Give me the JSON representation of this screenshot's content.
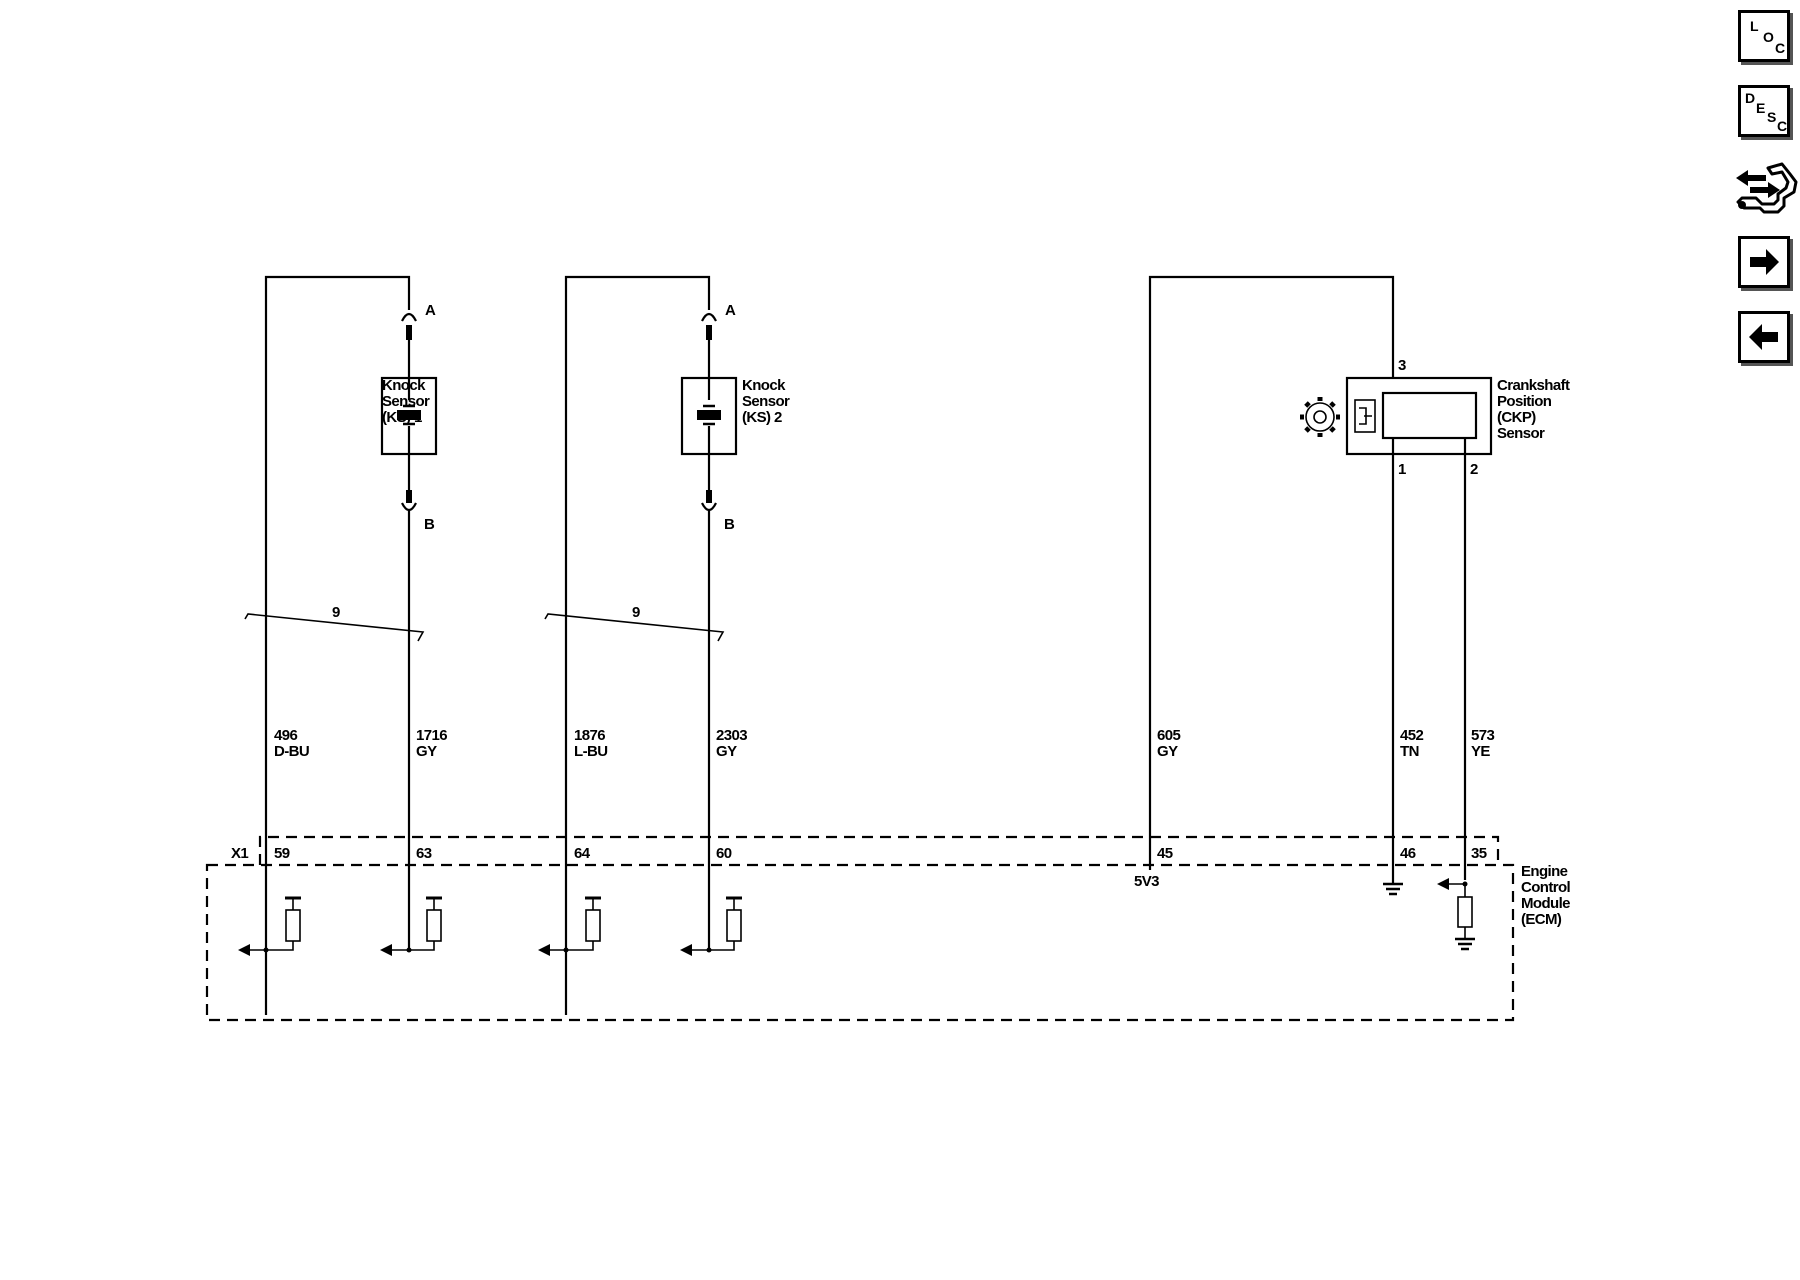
{
  "nav": {
    "loc": {
      "l1": "L",
      "l2": "O",
      "l3": "C"
    },
    "desc": {
      "l1": "D",
      "l2": "E",
      "l3": "S",
      "l4": "C"
    }
  },
  "connector": {
    "name": "X1"
  },
  "module": {
    "label_lines": [
      "Engine",
      "Control",
      "Module",
      "(ECM)"
    ]
  },
  "knock_sensors": [
    {
      "label_lines": [
        "Knock",
        "Sensor",
        "(KS) 1"
      ],
      "pin_a": "A",
      "pin_b": "B",
      "twist_count": "9",
      "wires": [
        {
          "circuit": "496",
          "color": "D-BU",
          "ecm_pin": "59"
        },
        {
          "circuit": "1716",
          "color": "GY",
          "ecm_pin": "63"
        }
      ]
    },
    {
      "label_lines": [
        "Knock",
        "Sensor",
        "(KS) 2"
      ],
      "pin_a": "A",
      "pin_b": "B",
      "twist_count": "9",
      "wires": [
        {
          "circuit": "1876",
          "color": "L-BU",
          "ecm_pin": "64"
        },
        {
          "circuit": "2303",
          "color": "GY",
          "ecm_pin": "60"
        }
      ]
    }
  ],
  "ckp_sensor": {
    "label_lines": [
      "Crankshaft",
      "Position",
      "(CKP)",
      "Sensor"
    ],
    "pins": {
      "p3": "3",
      "p1": "1",
      "p2": "2"
    },
    "wires": [
      {
        "circuit": "605",
        "color": "GY",
        "ecm_pin": "45",
        "note": "5V3"
      },
      {
        "circuit": "452",
        "color": "TN",
        "ecm_pin": "46"
      },
      {
        "circuit": "573",
        "color": "YE",
        "ecm_pin": "35"
      }
    ]
  },
  "icons": {
    "gear": "gear-icon",
    "wrench_arrows": "wrench-arrows-icon",
    "next": "arrow-right-icon",
    "prev": "arrow-left-icon"
  }
}
